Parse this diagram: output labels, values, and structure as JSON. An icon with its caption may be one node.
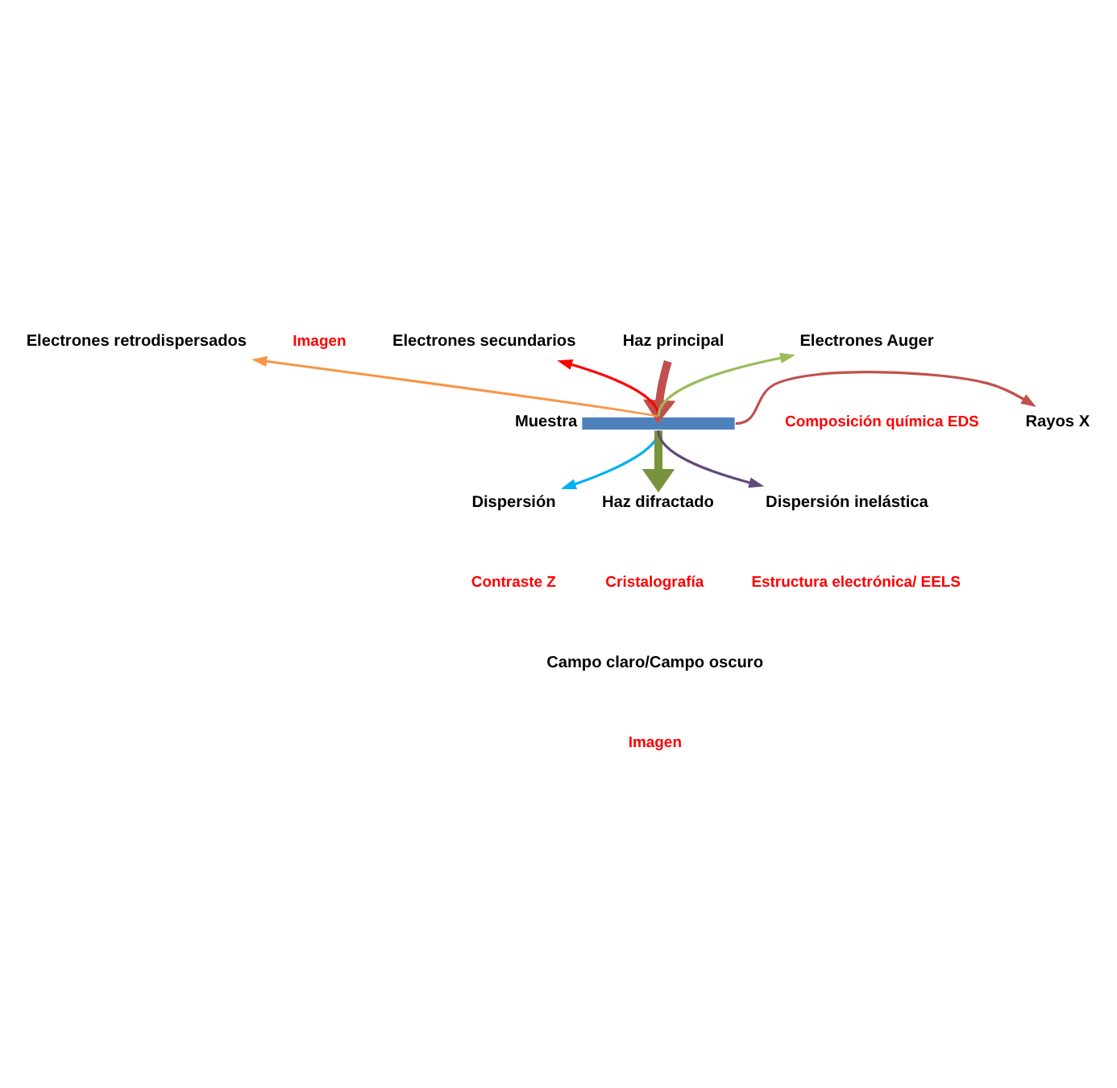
{
  "diagram": {
    "nodes": [
      {
        "text": [
          "Haz principal"
        ]
      },
      {
        "text": [],
        "shape": "bar",
        "beside": [
          "Muestra"
        ]
      },
      {
        "text": [
          "Electrones secundarios"
        ]
      },
      {
        "text": [
          "Electrones retrodispersados"
        ]
      },
      {
        "text": [
          "Electrones Auger"
        ]
      },
      {
        "text": [
          "Rayos X"
        ]
      },
      {
        "text": [
          "Dispersión"
        ]
      },
      {
        "text": [
          "Haz difractado"
        ]
      },
      {
        "text": [
          "Dispersión inelástica"
        ]
      }
    ],
    "edges": [
      {
        "from": 0,
        "to": 1,
        "arrow": "to",
        "style": "thick",
        "color": "#c0504d"
      },
      {
        "from": 1,
        "to": 2,
        "arrow": "to",
        "color": "#ff0000"
      },
      {
        "from": 1,
        "to": 3,
        "arrow": "to",
        "color": "#f79646"
      },
      {
        "from": 1,
        "to": 4,
        "arrow": "to",
        "color": "#9bbb59"
      },
      {
        "from": 1,
        "to": 5,
        "arrow": "to",
        "color": "#c0504d"
      },
      {
        "from": 1,
        "to": 6,
        "arrow": "to",
        "color": "#00b0f0"
      },
      {
        "from": 1,
        "to": 7,
        "arrow": "to",
        "style": "thick",
        "color": "#77933c"
      },
      {
        "from": 1,
        "to": 8,
        "arrow": "to",
        "color": "#604a7b"
      }
    ],
    "labels": [
      "Imagen",
      "Composición química EDS",
      "Contraste Z",
      "Cristalografía",
      "Estructura electrónica/ EELS",
      "Campo claro/Campo oscuro",
      "Imagen"
    ]
  }
}
